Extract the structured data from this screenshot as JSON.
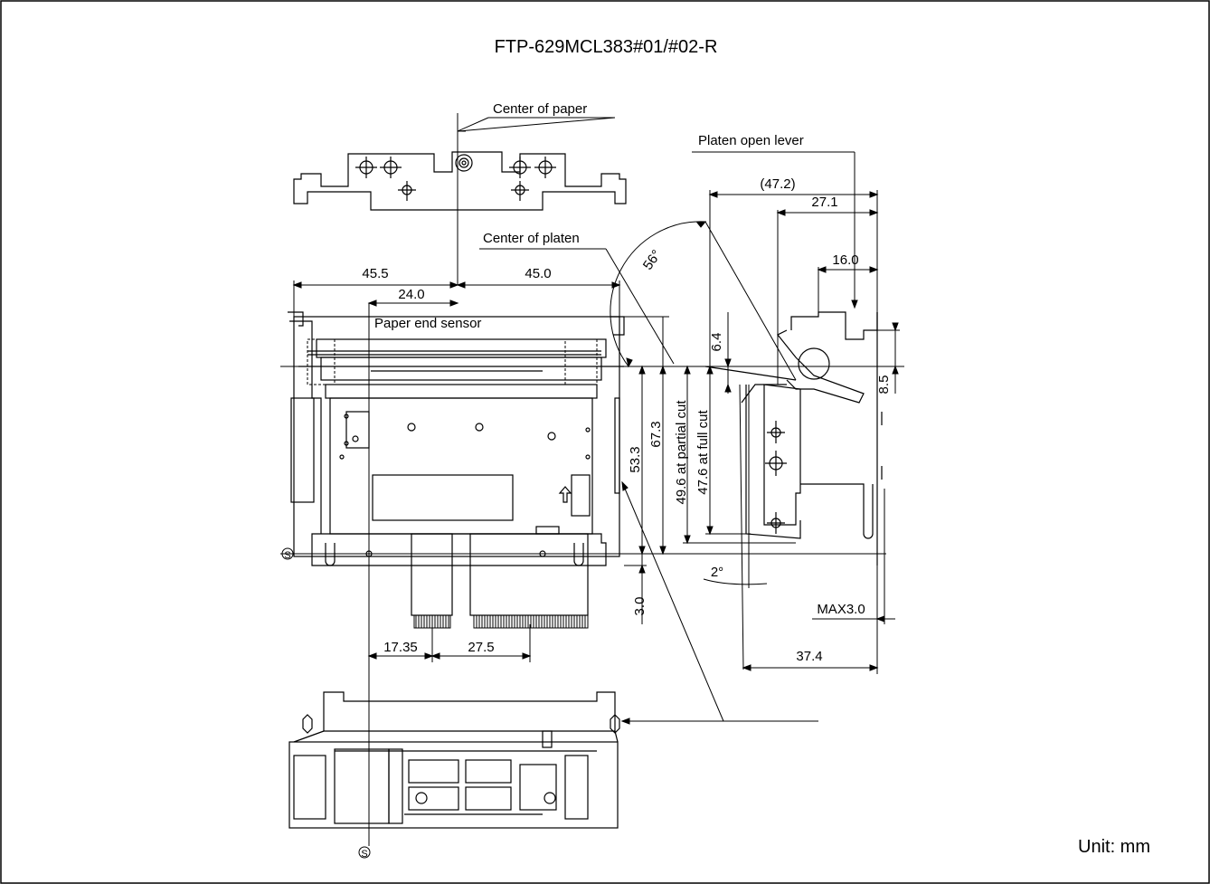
{
  "title": "FTP-629MCL383#01/#02-R",
  "unit_label": "Unit: mm",
  "labels": {
    "center_of_paper": "Center of paper",
    "center_of_platen": "Center of platen",
    "platen_open_lever": "Platen open lever",
    "paper_end_sensor": "Paper end sensor"
  },
  "dimensions": {
    "d45_5": "45.5",
    "d45_0": "45.0",
    "d24_0": "24.0",
    "d53_3": "53.3",
    "d67_3": "67.3",
    "d3_0": "3.0",
    "d17_35": "17.35",
    "d27_5": "27.5",
    "d47_2": "(47.2)",
    "d27_1": "27.1",
    "d16_0": "16.0",
    "d56": "56°",
    "d6_4": "6.4",
    "d8_5": "8.5",
    "d49_6": "49.6 at partial cut",
    "d47_6": "47.6 at full cut",
    "d2deg": "2°",
    "max3_0": "MAX3.0",
    "d37_4": "37.4"
  },
  "symbols": {
    "s_mark": "S"
  },
  "colors": {
    "line": "#000000",
    "background": "#ffffff"
  }
}
